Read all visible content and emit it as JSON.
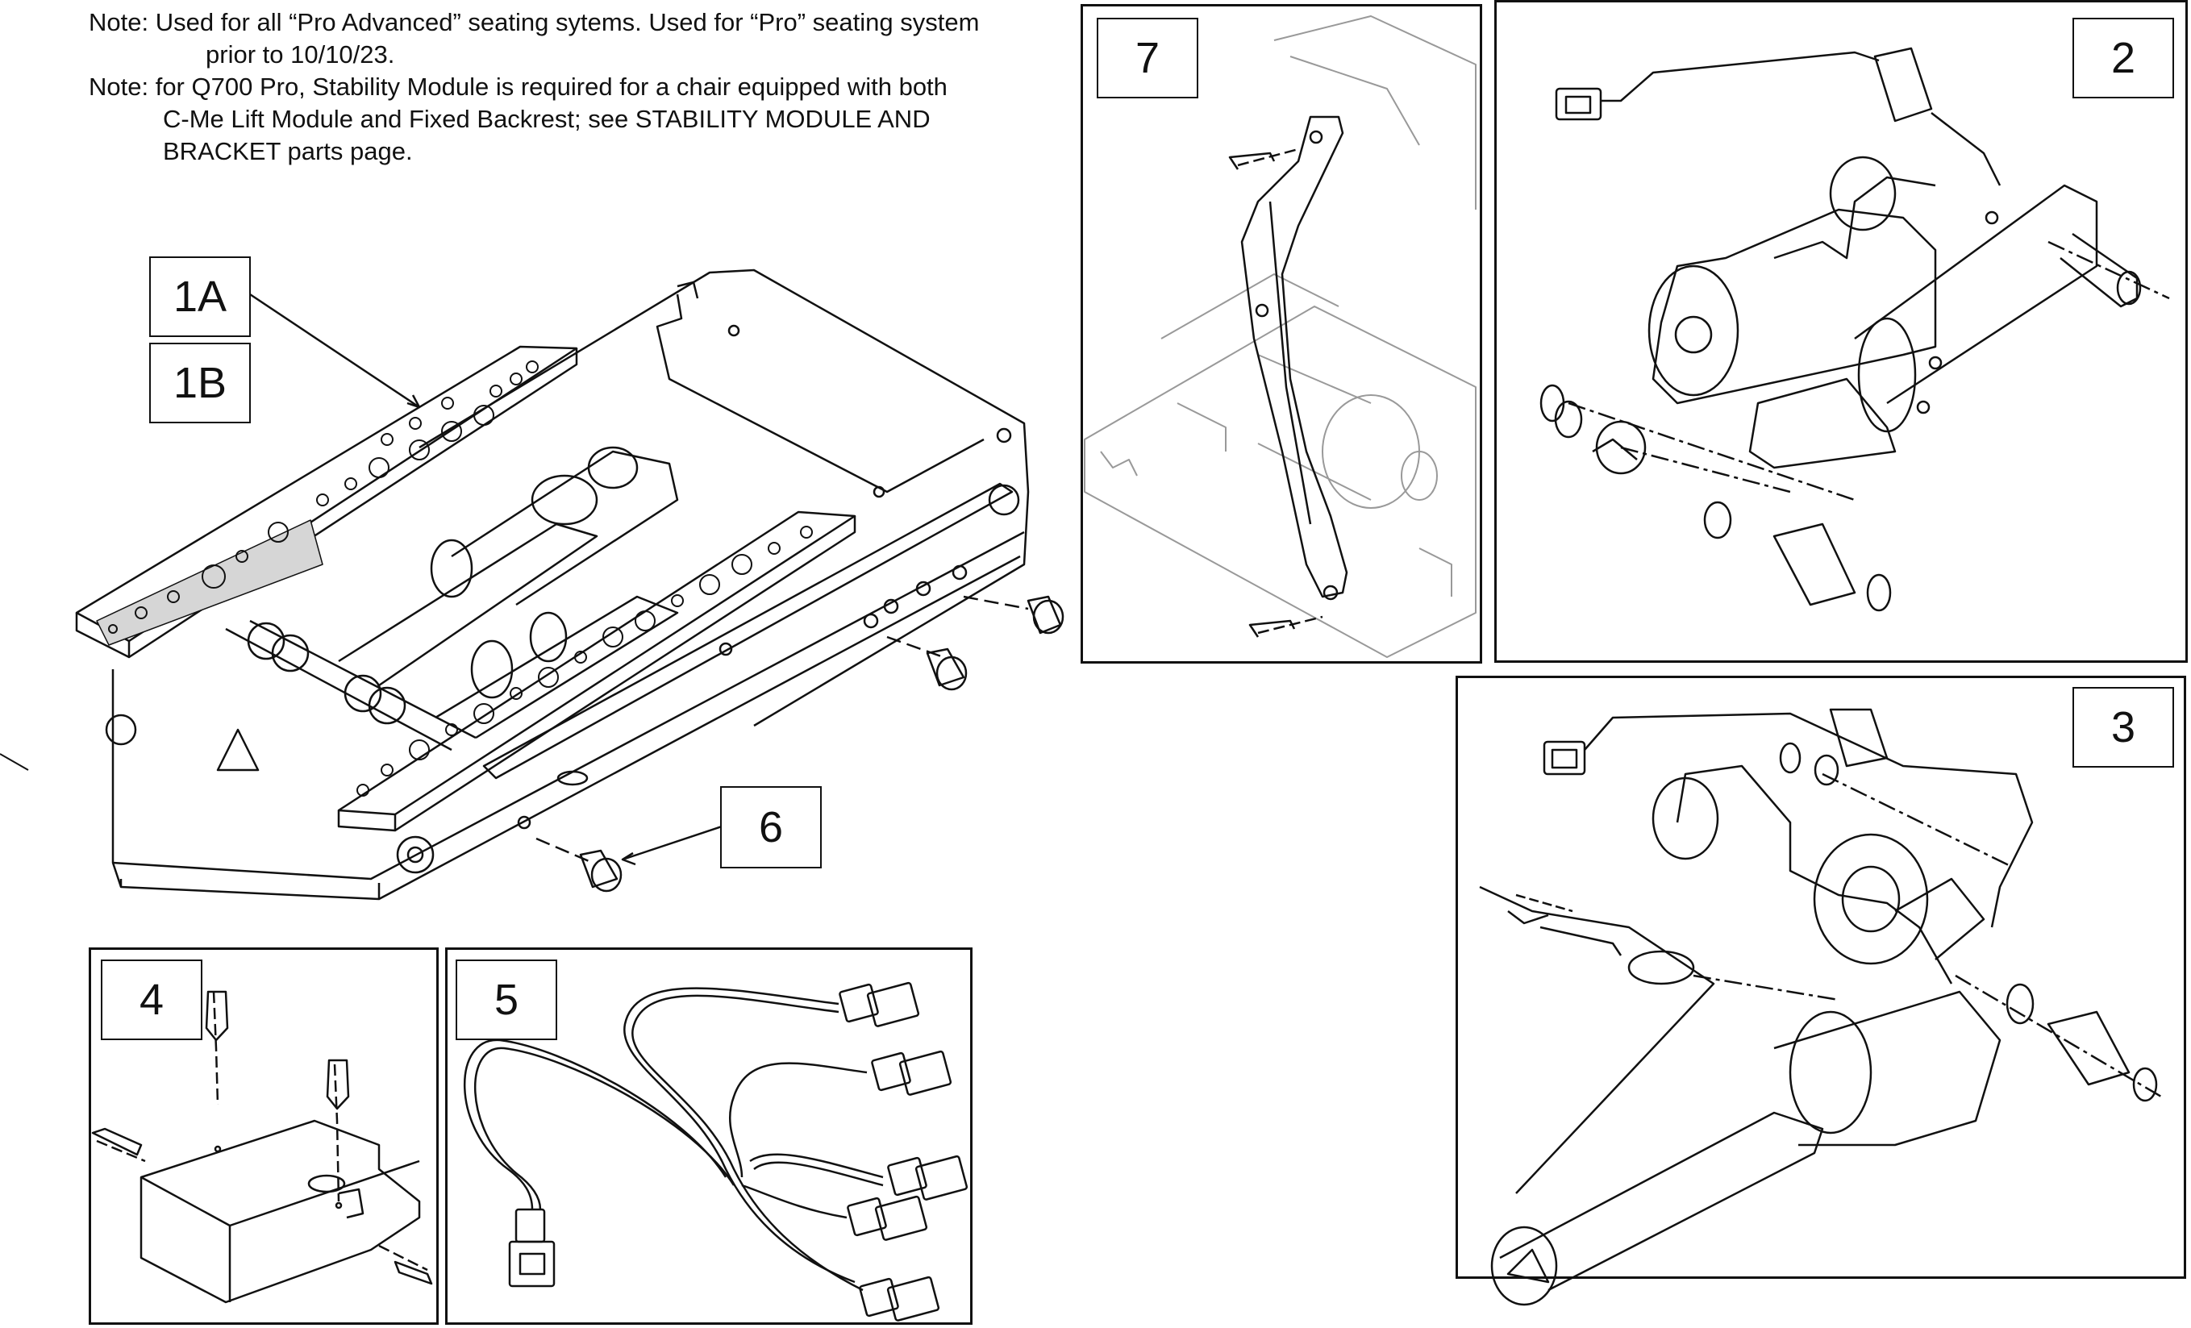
{
  "notes": [
    "Note: Used for all “Pro Advanced” seating sytems. Used for “Pro” seating system",
    "prior to 10/10/23.",
    "Note: for Q700 Pro, Stability Module is required for a chair equipped with both",
    "C-Me Lift Module and Fixed Backrest; see STABILITY MODULE AND",
    "BRACKET parts page."
  ],
  "callouts": {
    "c1a": "1A",
    "c1b": "1B",
    "c2": "2",
    "c3": "3",
    "c4": "4",
    "c5": "5",
    "c6": "6",
    "c7": "7"
  }
}
